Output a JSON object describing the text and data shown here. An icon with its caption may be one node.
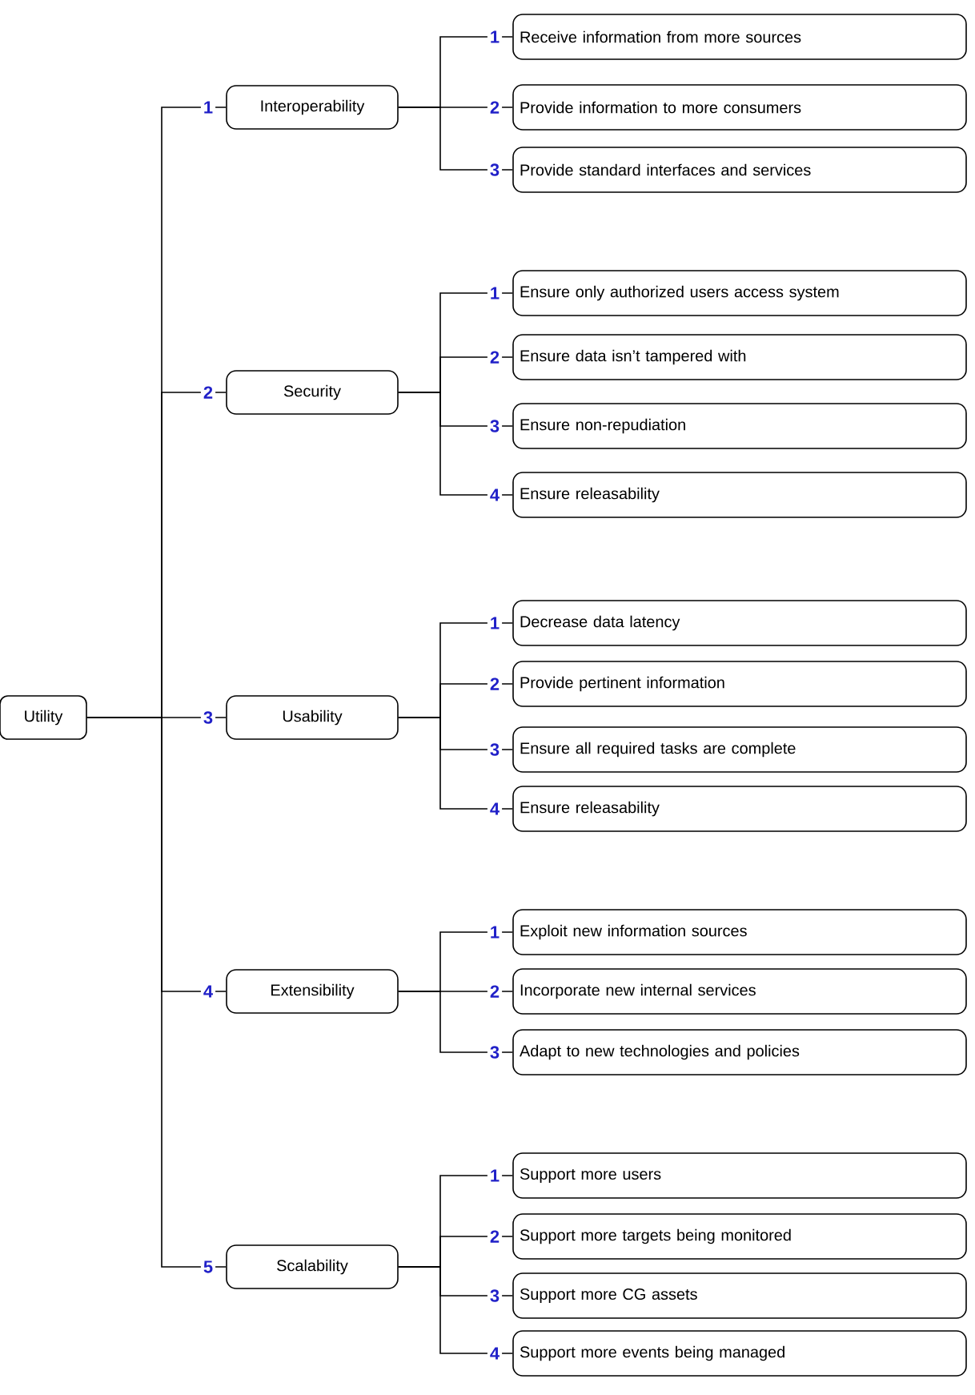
{
  "diagram": {
    "nodes": [
      {
        "text": [
          "Utility"
        ]
      },
      {
        "text": [
          "Interoperability"
        ]
      },
      {
        "text": [
          "Receive information from more sources"
        ]
      },
      {
        "text": [
          "Provide information to more consumers"
        ]
      },
      {
        "text": [
          "Provide standard interfaces and services"
        ]
      },
      {
        "text": [
          "Security"
        ]
      },
      {
        "text": [
          "Ensure only authorized users access system"
        ]
      },
      {
        "text": [
          "Ensure data isn’t tampered with"
        ]
      },
      {
        "text": [
          "Ensure non-repudiation"
        ]
      },
      {
        "text": [
          "Ensure releasability"
        ]
      },
      {
        "text": [
          "Usability"
        ]
      },
      {
        "text": [
          "Decrease data latency"
        ]
      },
      {
        "text": [
          "Provide pertinent information"
        ]
      },
      {
        "text": [
          "Ensure all required tasks are complete"
        ]
      },
      {
        "text": [
          "Ensure releasability"
        ]
      },
      {
        "text": [
          "Extensibility"
        ]
      },
      {
        "text": [
          "Exploit new information sources"
        ]
      },
      {
        "text": [
          "Incorporate new internal services"
        ]
      },
      {
        "text": [
          "Adapt to new technologies and policies"
        ]
      },
      {
        "text": [
          "Scalability"
        ]
      },
      {
        "text": [
          "Support more users"
        ]
      },
      {
        "text": [
          "Support more targets being monitored"
        ]
      },
      {
        "text": [
          "Support more CG assets"
        ]
      },
      {
        "text": [
          "Support more events being managed"
        ]
      }
    ],
    "edges": [
      {
        "from": 0,
        "to": 1,
        "arrow": "none",
        "label": "1"
      },
      {
        "from": 0,
        "to": 5,
        "arrow": "none",
        "label": "2"
      },
      {
        "from": 0,
        "to": 10,
        "arrow": "none",
        "label": "3"
      },
      {
        "from": 0,
        "to": 15,
        "arrow": "none",
        "label": "4"
      },
      {
        "from": 0,
        "to": 19,
        "arrow": "none",
        "label": "5"
      },
      {
        "from": 1,
        "to": 2,
        "arrow": "none",
        "label": "1"
      },
      {
        "from": 1,
        "to": 3,
        "arrow": "none",
        "label": "2"
      },
      {
        "from": 1,
        "to": 4,
        "arrow": "none",
        "label": "3"
      },
      {
        "from": 5,
        "to": 6,
        "arrow": "none",
        "label": "1"
      },
      {
        "from": 5,
        "to": 7,
        "arrow": "none",
        "label": "2"
      },
      {
        "from": 5,
        "to": 8,
        "arrow": "none",
        "label": "3"
      },
      {
        "from": 5,
        "to": 9,
        "arrow": "none",
        "label": "4"
      },
      {
        "from": 10,
        "to": 11,
        "arrow": "none",
        "label": "1"
      },
      {
        "from": 10,
        "to": 12,
        "arrow": "none",
        "label": "2"
      },
      {
        "from": 10,
        "to": 13,
        "arrow": "none",
        "label": "3"
      },
      {
        "from": 10,
        "to": 14,
        "arrow": "none",
        "label": "4"
      },
      {
        "from": 15,
        "to": 16,
        "arrow": "none",
        "label": "1"
      },
      {
        "from": 15,
        "to": 17,
        "arrow": "none",
        "label": "2"
      },
      {
        "from": 15,
        "to": 18,
        "arrow": "none",
        "label": "3"
      },
      {
        "from": 19,
        "to": 20,
        "arrow": "none",
        "label": "1"
      },
      {
        "from": 19,
        "to": 21,
        "arrow": "none",
        "label": "2"
      },
      {
        "from": 19,
        "to": 22,
        "arrow": "none",
        "label": "3"
      },
      {
        "from": 19,
        "to": 23,
        "arrow": "none",
        "label": "4"
      }
    ]
  }
}
